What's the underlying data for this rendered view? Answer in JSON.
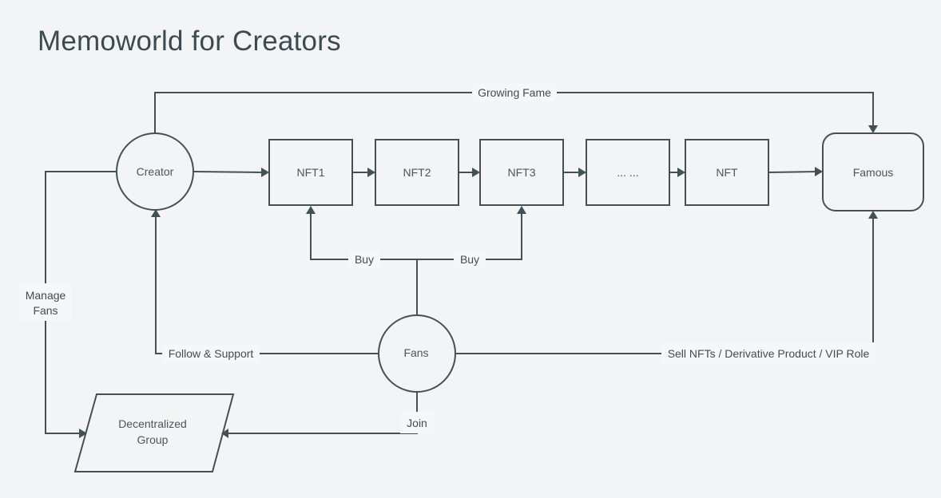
{
  "title": "Memoworld for Creators",
  "colors": {
    "background": "#f2f4f6",
    "stroke": "#435058",
    "text": "#4a555c",
    "label_background": "#f5f7f9"
  },
  "nodes": {
    "creator": {
      "label": "Creator",
      "shape": "circle"
    },
    "nft1": {
      "label": "NFT1",
      "shape": "rectangle"
    },
    "nft2": {
      "label": "NFT2",
      "shape": "rectangle"
    },
    "nft3": {
      "label": "NFT3",
      "shape": "rectangle"
    },
    "ellipsis": {
      "label": "... ...",
      "shape": "rectangle"
    },
    "nft": {
      "label": "NFT",
      "shape": "rectangle"
    },
    "famous": {
      "label": "Famous",
      "shape": "rounded-rectangle"
    },
    "fans": {
      "label": "Fans",
      "shape": "circle"
    },
    "group": {
      "label_line1": "Decentralized",
      "label_line2": "Group",
      "shape": "parallelogram"
    }
  },
  "edges": [
    {
      "from": "Creator",
      "to": "Famous",
      "label": "Growing Fame"
    },
    {
      "from": "Creator",
      "to": "NFT1",
      "label": ""
    },
    {
      "from": "NFT1",
      "to": "NFT2",
      "label": ""
    },
    {
      "from": "NFT2",
      "to": "NFT3",
      "label": ""
    },
    {
      "from": "NFT3",
      "to": "... ...",
      "label": ""
    },
    {
      "from": "... ...",
      "to": "NFT",
      "label": ""
    },
    {
      "from": "NFT",
      "to": "Famous",
      "label": ""
    },
    {
      "from": "Fans",
      "to": "NFT1",
      "label": "Buy"
    },
    {
      "from": "Fans",
      "to": "NFT3",
      "label": "Buy"
    },
    {
      "from": "Fans",
      "to": "Creator",
      "label": "Follow & Support"
    },
    {
      "from": "Fans",
      "to": "Famous",
      "label": "Sell NFTs / Derivative Product / VIP Role"
    },
    {
      "from": "Fans",
      "to": "Decentralized Group",
      "label": "Join"
    },
    {
      "from": "Creator",
      "to": "Decentralized Group",
      "label_line1": "Manage",
      "label_line2": "Fans"
    }
  ],
  "labels": {
    "growing_fame": "Growing Fame",
    "buy_left": "Buy",
    "buy_right": "Buy",
    "follow_support": "Follow & Support",
    "sell": "Sell NFTs / Derivative Product / VIP Role",
    "join": "Join",
    "manage_line1": "Manage",
    "manage_line2": "Fans"
  }
}
